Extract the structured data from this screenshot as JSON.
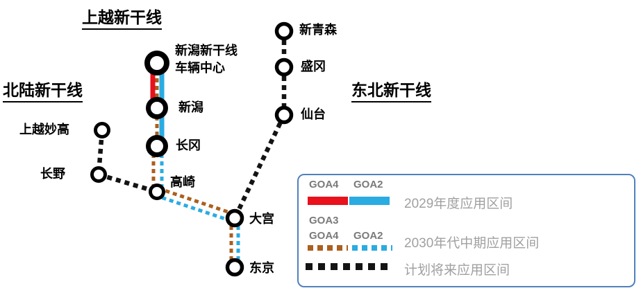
{
  "titles": {
    "joetsu": "上越新干线",
    "hokuriku": "北陆新干线",
    "tohoku": "东北新干线"
  },
  "stations": {
    "vehicle_center": "新潟新干线\n车辆中心",
    "niigata": "新潟",
    "nagaoka": "长冈",
    "takasaki": "高崎",
    "joetsu_myoko": "上越妙高",
    "nagano": "长野",
    "omiya": "大宫",
    "tokyo": "东京",
    "shin_aomori": "新青森",
    "morioka": "盛冈",
    "sendai": "仙台"
  },
  "legend": {
    "row1": {
      "goa4": "GOA4",
      "goa2": "GOA2",
      "label": "2029年度应用区间"
    },
    "row2": {
      "goa3": "GOA3",
      "goa4": "GOA4",
      "goa2": "GOA2",
      "label": "2030年代中期应用区间"
    },
    "row3": {
      "label": "计划将来应用区间"
    }
  },
  "colors": {
    "goa4_red": "#e8111c",
    "goa2_blue": "#2aabe2",
    "goa34_brown": "#ac5f1e",
    "planned_black": "#141414",
    "legend_border": "#4f81bd",
    "station_ring": "#000000",
    "legend_text_gray": "#a0a0a0",
    "goa_label_gray": "#7a7a7a"
  }
}
